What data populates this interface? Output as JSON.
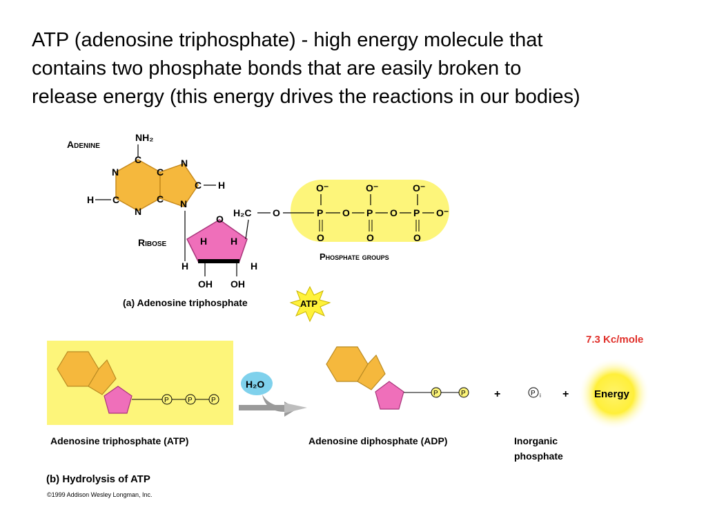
{
  "heading": {
    "line1": "ATP (adenosine triphosphate) - high energy molecule that",
    "line2": "contains two phosphate bonds that are easily broken to",
    "line3": "release energy (this energy drives the reactions in our bodies)"
  },
  "part_a": {
    "adenine_label": "Adenine",
    "ribose_label": "Ribose",
    "phosphate_groups_label": "Phosphate groups",
    "caption": "(a)  Adenosine triphosphate",
    "badge": "ATP",
    "atoms": {
      "nh2": "NH₂",
      "c": "C",
      "n": "N",
      "h": "H",
      "o": "O",
      "o_minus": "O⁻",
      "p": "P",
      "h2c": "H₂C",
      "oh": "OH"
    }
  },
  "part_b": {
    "water": "H₂O",
    "phosphate_symbol": "P",
    "inorganic_subscript": "i",
    "plus": "+",
    "energy_value": "7.3 Kc/mole",
    "energy_label": "Energy",
    "atp_label": "Adenosine triphosphate  (ATP)",
    "adp_label": "Adenosine diphosphate  (ADP)",
    "pi_label_line1": "Inorganic",
    "pi_label_line2": "phosphate",
    "caption": "(b)  Hydrolysis of ATP",
    "copyright": "©1999 Addison Wesley Longman, Inc."
  },
  "colors": {
    "adenine": "#f5b83d",
    "ribose": "#ef6fba",
    "phosphate_bg": "#fdf57a",
    "atp_panel": "#fdf57a",
    "water_drop": "#7fd1ec",
    "arrow": "#9a9a9a",
    "energy_value": "#e0302a",
    "energy_glow": "#ffef3a"
  }
}
